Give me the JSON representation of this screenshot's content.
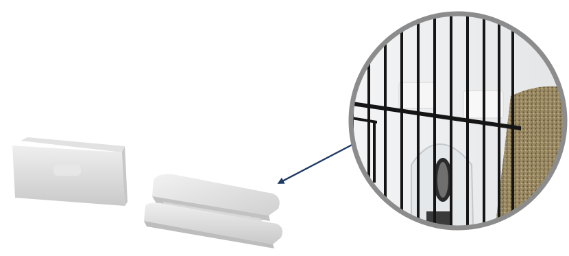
{
  "scene": {
    "left_object": "clip-upright",
    "middle_object": "clip-flat",
    "inset": "cage-detail-magnifier",
    "arrow": "pointer-arrow"
  },
  "colors": {
    "background": "#ffffff",
    "clip_light": "#ececec",
    "clip_mid": "#d4d4d4",
    "clip_dark": "#b9b9b9",
    "ring": "#8c8c8c",
    "arrow": "#1f3a66",
    "bar": "#151515",
    "seed_mix": "#8a7a56",
    "feeder": "#e4e8ec"
  }
}
